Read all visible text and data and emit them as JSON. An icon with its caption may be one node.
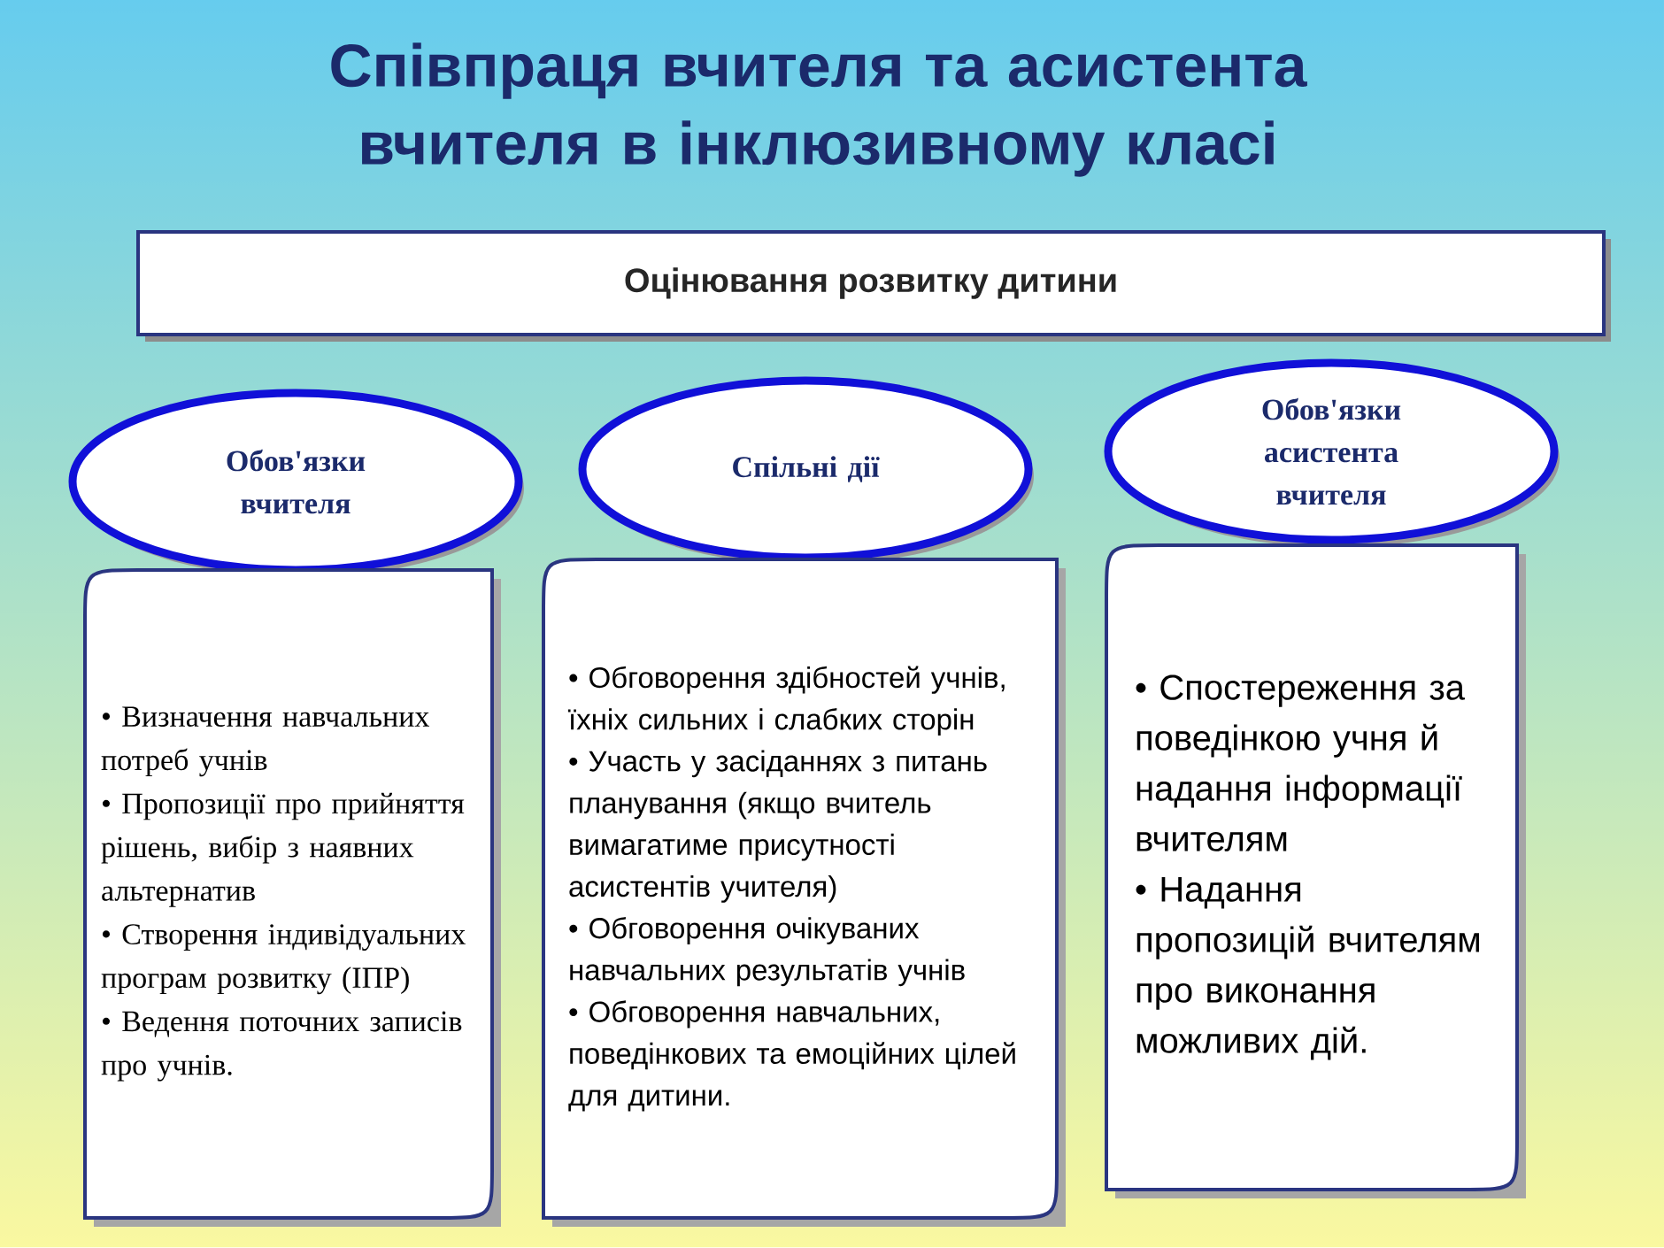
{
  "diagram": {
    "title": "Співпраця вчителя та асистента вчителя в інклюзивному класі",
    "nodes": [
      {
        "text": [
          "Оцінювання розвитку дитини"
        ]
      },
      {
        "text": [
          "Обов'язки вчителя"
        ]
      },
      {
        "text": [
          "Спільні дії"
        ]
      },
      {
        "text": [
          "Обов'язки асистента вчителя"
        ]
      },
      {
        "text": [
          "• Визначення навчальних потреб учнів",
          "• Пропозиції про прийняття рішень, вибір з наявних альтернатив",
          "• Створення індивідуальних програм розвитку (ІПР)",
          "• Ведення поточних записів про учнів."
        ]
      },
      {
        "text": [
          "• Обговорення здібностей учнів, їхніх сильних і слабких сторін",
          "• Участь у засіданнях з питань планування (якщо вчитель вимагатиме присутності асистентів учителя)",
          "• Обговорення очікуваних навчальних результатів учнів",
          "• Обговорення навчальних, поведінкових та емоційних цілей для дитини."
        ]
      },
      {
        "text": [
          "• Спостереження за поведінкою учня й надання інформації вчителям",
          "• Надання пропозицій вчителям про виконання можливих дій."
        ]
      }
    ]
  }
}
